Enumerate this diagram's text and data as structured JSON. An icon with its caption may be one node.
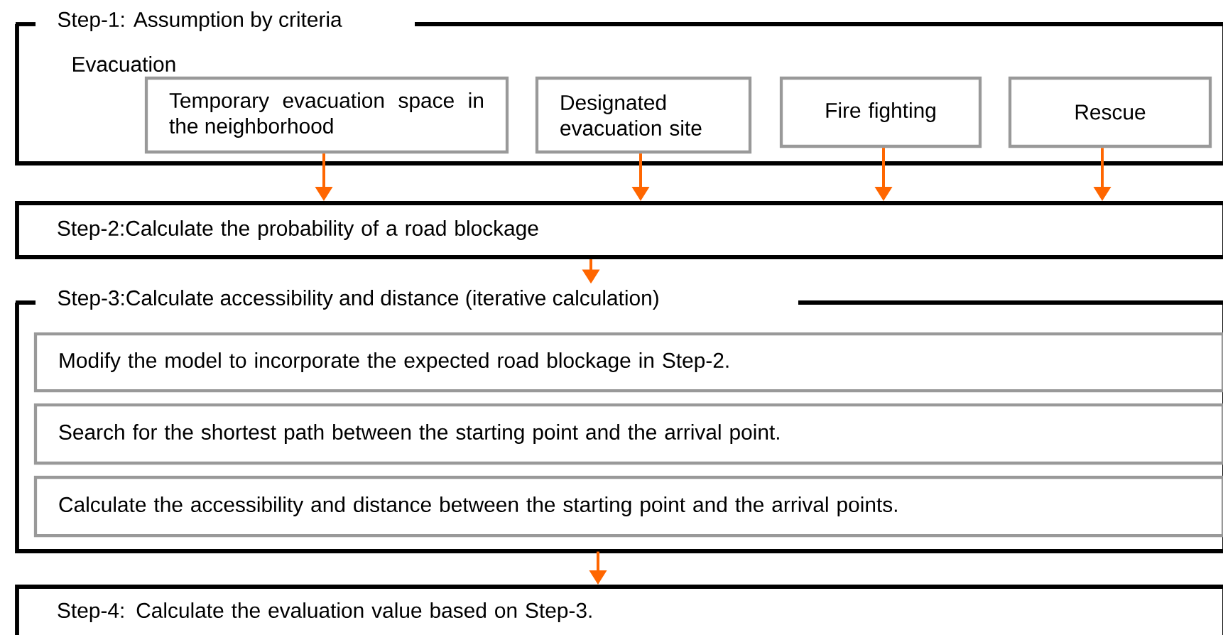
{
  "diagram": {
    "nodes": [
      {
        "text": [
          "Step-1: Assumption by criteria",
          "Evacuation"
        ]
      },
      {
        "text": [
          "Temporary evacuation space in the neighborhood"
        ],
        "in": 0
      },
      {
        "text": [
          "Designated evacuation site"
        ],
        "in": 0
      },
      {
        "text": [
          "Fire fighting"
        ],
        "in": 0
      },
      {
        "text": [
          "Rescue"
        ],
        "in": 0
      },
      {
        "text": [
          "Step-2:Calculate the probability of a road blockage"
        ]
      },
      {
        "text": [
          "Step-3:Calculate accessibility and distance (iterative calculation)"
        ]
      },
      {
        "text": [
          "Modify the model to incorporate the expected road blockage in Step-2."
        ],
        "in": 6
      },
      {
        "text": [
          "Search for the shortest path between the starting point and the arrival point."
        ],
        "in": 6
      },
      {
        "text": [
          "Calculate the accessibility and distance between the starting point and the arrival points."
        ],
        "in": 6
      },
      {
        "text": [
          "Step-4: Calculate the evaluation value based on Step-3."
        ]
      }
    ],
    "edges": [
      {
        "from": 1,
        "to": 5,
        "arrow": "to"
      },
      {
        "from": 2,
        "to": 5,
        "arrow": "to"
      },
      {
        "from": 3,
        "to": 5,
        "arrow": "to"
      },
      {
        "from": 4,
        "to": 5,
        "arrow": "to"
      },
      {
        "from": 5,
        "to": 6,
        "arrow": "to"
      },
      {
        "from": 6,
        "to": 10,
        "arrow": "to"
      }
    ]
  }
}
